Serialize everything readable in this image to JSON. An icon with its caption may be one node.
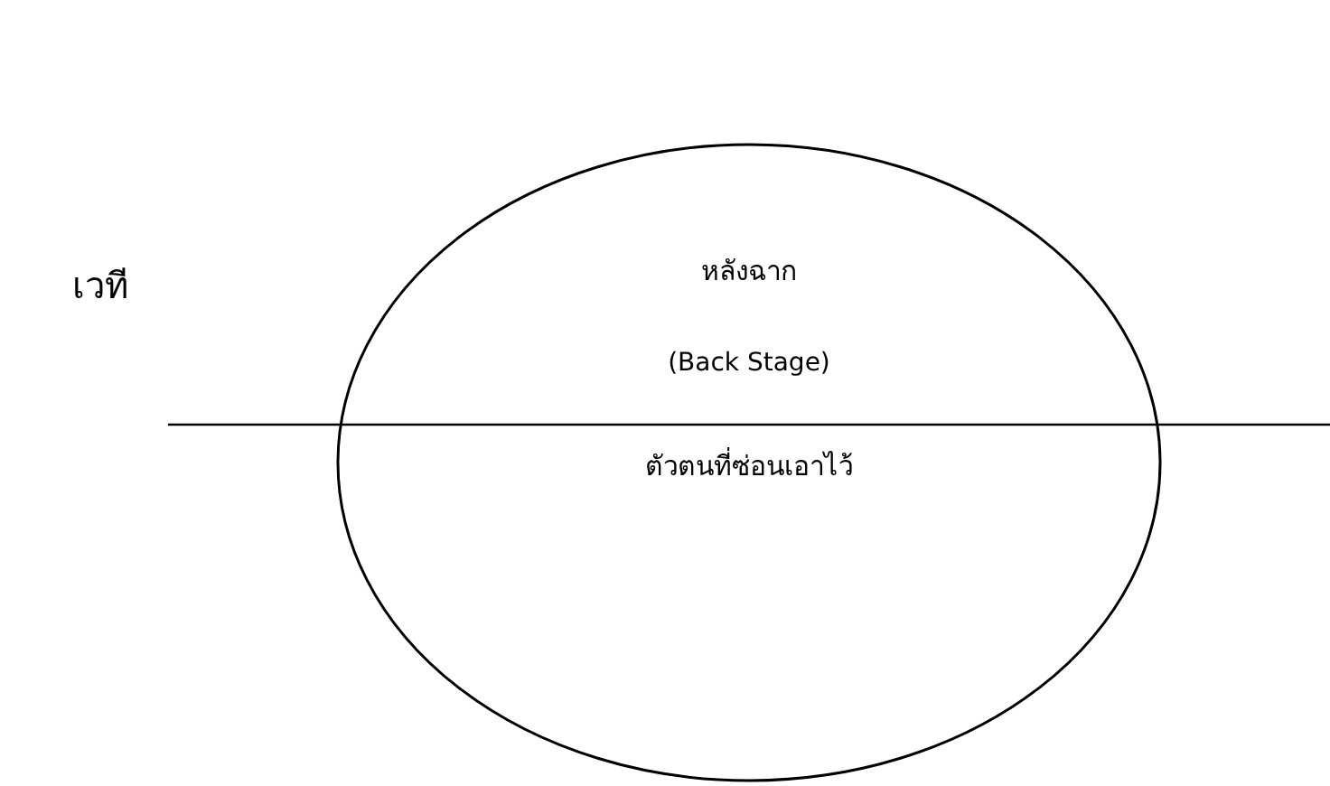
{
  "diagram": {
    "nodes": [
      {
        "text": [
          "หลังฉาก",
          "(Back Stage)",
          "ตัวตนที่ซ่อนเอาไว้"
        ]
      }
    ],
    "labels": [
      "เวที"
    ]
  }
}
